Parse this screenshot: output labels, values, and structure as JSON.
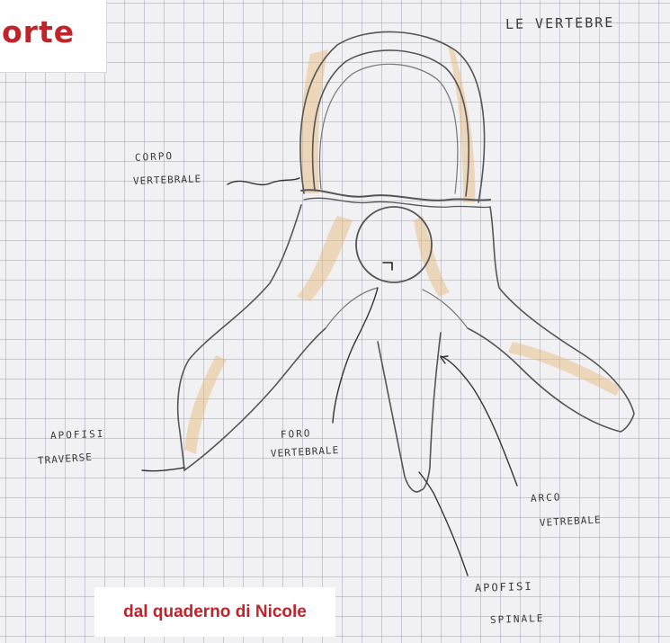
{
  "title_fragment": "orte",
  "sheet_title": "LE VERTEBRE",
  "labels": {
    "corpo_line1": "CORPO",
    "corpo_line2": "VERTEBRALE",
    "foro_line1": "FORO",
    "foro_line2": "VERTEBRALE",
    "apofisi_trav_line1": "APOFISI",
    "apofisi_trav_line2": "TRAVERSE",
    "arco_line1": "ARCO",
    "arco_line2": "VETREBALE",
    "apofisi_spin_line1": "APOFISI",
    "apofisi_spin_line2": "SPINALE"
  },
  "credit": "dal quaderno di Nicole",
  "colors": {
    "accent_red": "#c0232a",
    "pencil": "#3a3a3a",
    "shading": "#e8b877",
    "grid": "#9696a5",
    "paper": "#f1f0f3"
  }
}
